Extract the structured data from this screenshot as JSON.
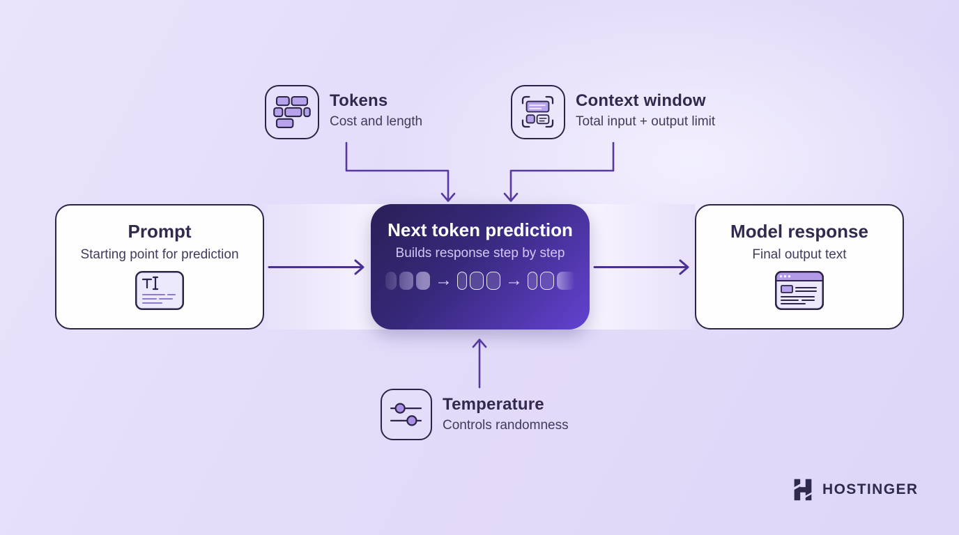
{
  "callouts": {
    "tokens": {
      "title": "Tokens",
      "subtitle": "Cost and length"
    },
    "context_window": {
      "title": "Context window",
      "subtitle": "Total input + output limit"
    },
    "temperature": {
      "title": "Temperature",
      "subtitle": "Controls randomness"
    }
  },
  "flow": {
    "prompt": {
      "title": "Prompt",
      "subtitle": "Starting point for prediction"
    },
    "next_token_prediction": {
      "title": "Next token prediction",
      "subtitle": "Builds response step by step",
      "sequence_arrow": "→"
    },
    "model_response": {
      "title": "Model response",
      "subtitle": "Final output text"
    }
  },
  "branding": {
    "logo_text": "HOSTINGER"
  },
  "colors": {
    "background": "#e3dcf9",
    "card_border": "#2c2348",
    "card_background": "#fffeff",
    "center_gradient_start": "#2b1f57",
    "center_gradient_end": "#6342d1",
    "connector_purple": "#56389e",
    "arrow_purple": "#4c2f93",
    "icon_fill": "#b7a3ec",
    "title_text": "#33294e",
    "subtitle_text": "#423a5a",
    "center_subtitle_text": "#d3c7f4",
    "logo_navy": "#2e2a4e"
  }
}
